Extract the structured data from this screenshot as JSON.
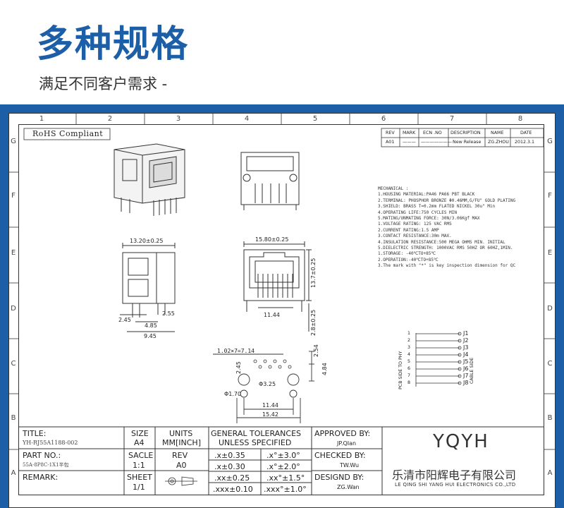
{
  "header": {
    "title": "多种规格",
    "subtitle": "满足不同客户需求 -"
  },
  "ruler": {
    "cols": [
      "1",
      "2",
      "3",
      "4",
      "5",
      "6",
      "7",
      "8"
    ],
    "rows": [
      "G",
      "F",
      "E",
      "D",
      "C",
      "B",
      "A"
    ]
  },
  "rohs": "RoHS Compliant",
  "revision_table": {
    "headers": [
      "REV",
      "MARK",
      "ECN .NO",
      "DESCRIPTION",
      "NAME",
      "DATE"
    ],
    "row": [
      "A01",
      "———",
      "———————",
      "New Release",
      "ZG.ZHOU",
      "2012.3.1"
    ]
  },
  "specs": [
    "MECHANICAL :",
    "1.HOUSING MATERIAL:PA46 PA66 PBT BLACK",
    "2.TERMINAL: PHOSPHOR BRONZE Φ0.46MM,G/FU\" GOLD PLATING",
    "3.SHIELD: BRASS T=0.2mm FLATED NICKEL 30u\" Min",
    "4.OPERATING LIFE:750 CYCLES MIN",
    "5.MATING/UNMATING FORCE: 30N/3.06Kgf MAX",
    "1.VOLTAGE RATING: 125 VAC RMS",
    "2.CURRENT RATING:1.5 AMP",
    "3.CONTACT RESISTANCE:30m MAX.",
    "4.INSULATION RESISTANCE:500 MEGA OHMS MIN. INITIAL",
    "5.DIELECTRIC STRENGTH: 1000VAC RMS 50HZ OR 60HZ,1MIN.",
    "1.STORAGE: -40℃TO+85℃",
    "2.OPERATION:-40℃TO+85℃",
    "3.The mark with \"*\" is key inspection dimension for QC"
  ],
  "dims": {
    "side_width": "13.20±0.25",
    "side_245": "2.45",
    "side_255": "2.55",
    "side_485": "4.85",
    "side_945": "9.45",
    "front_width": "15.80±0.25",
    "front_height": "13.7±0.25",
    "front_1144": "11.44",
    "front_28": "2.8±0.25",
    "pcb_pitch": "1.02×7=7.14",
    "pcb_254": "2.54",
    "pcb_245": "2.45",
    "pcb_484": "4.84",
    "pcb_hole_large": "Φ3.25",
    "pcb_hole_small": "Φ1.70",
    "pcb_1144": "11.44",
    "pcb_1542": "15.42",
    "pcb_side_note": "PCB SIDE TO PHY",
    "cable_side": "CABLE SIDE"
  },
  "schematic_pins": [
    "J1",
    "J2",
    "J3",
    "J4",
    "J5",
    "J6",
    "J7",
    "J8"
  ],
  "schematic_numbers": [
    "1",
    "2",
    "3",
    "4",
    "5",
    "6",
    "7",
    "8"
  ],
  "title_block": {
    "title_label": "TITLE:",
    "title_value": "YH-RJ55A1188-002",
    "size_label": "SIZE",
    "size_value": "A4",
    "units_label": "UNITS",
    "units_value": "MM[INCH]",
    "tol_label1": "GENERAL TOLERANCES",
    "tol_label2": "UNLESS SPECIFIED",
    "tol_rows": [
      [
        ".x±0.35",
        ".x°±3.0°"
      ],
      [
        ".x±0.30",
        ".x°±2.0°"
      ],
      [
        ".xx±0.25",
        ".xx°±1.5°"
      ],
      [
        ".xxx±0.10",
        ".xxx°±1.0°"
      ]
    ],
    "approved_label": "APPROVED BY:",
    "approved_value": "JP.QIan",
    "checked_label": "CHECKED BY:",
    "checked_value": "TW.Wu",
    "designed_label": "DESIGND BY:",
    "designed_value": "ZG.Wan",
    "part_label": "PART NO.:",
    "part_value": "55A-8P8C-1X1半包",
    "scale_label": "SACLE",
    "scale_value": "1:1",
    "rev_label": "REV",
    "rev_value": "A0",
    "remark_label": "REMARK:",
    "sheet_label": "SHEET",
    "sheet_value": "1/1",
    "company_logo": "YQYH",
    "company_cn": "乐清市阳辉电子有限公司",
    "company_en": "LE QING SHI YANG HUI ELECTRONICS CO.,LTD"
  }
}
